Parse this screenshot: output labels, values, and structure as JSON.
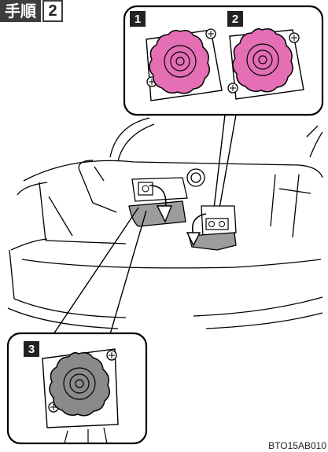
{
  "header": {
    "step_word": "手順",
    "step_number": "2"
  },
  "callouts": {
    "one": "1",
    "two": "2",
    "three": "3"
  },
  "figure_code": "BTO15AB010",
  "colors": {
    "cap_pink": "#e46fb5",
    "cap_gray": "#8a8a8a",
    "hatch": "#9c9c9c",
    "label_bg": "#222222"
  }
}
